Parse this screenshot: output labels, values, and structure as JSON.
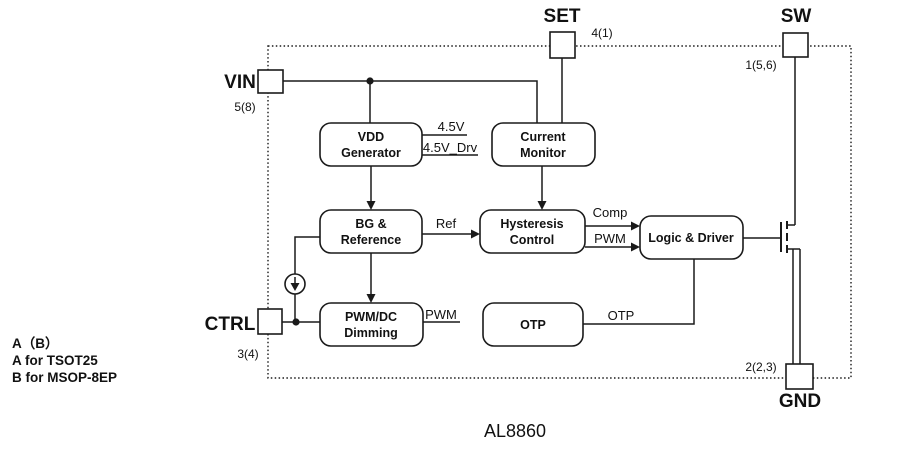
{
  "chip": {
    "name": "AL8860"
  },
  "pins": {
    "vin": {
      "label": "VIN",
      "number": "5(8)"
    },
    "set": {
      "label": "SET",
      "number": "4(1)"
    },
    "sw": {
      "label": "SW",
      "number": "1(5,6)"
    },
    "ctrl": {
      "label": "CTRL",
      "number": "3(4)"
    },
    "gnd": {
      "label": "GND",
      "number": "2(2,3)"
    }
  },
  "blocks": {
    "vdd_generator": {
      "line1": "VDD",
      "line2": "Generator"
    },
    "current_monitor": {
      "line1": "Current",
      "line2": "Monitor"
    },
    "bg_reference": {
      "line1": "BG &",
      "line2": "Reference"
    },
    "hysteresis_control": {
      "line1": "Hysteresis",
      "line2": "Control"
    },
    "logic_driver": {
      "line1": "Logic & Driver"
    },
    "pwm_dc_dimming": {
      "line1": "PWM/DC",
      "line2": "Dimming"
    },
    "otp": {
      "line1": "OTP"
    }
  },
  "signals": {
    "v45": "4.5V",
    "v45_drv": "4.5V_Drv",
    "ref": "Ref",
    "comp": "Comp",
    "pwm_in": "PWM",
    "pwm_out": "PWM",
    "otp_out": "OTP"
  },
  "notes": {
    "line1": "A（B）",
    "line2": "A for TSOT25",
    "line3": "B for MSOP-8EP"
  },
  "colors": {
    "line": "#1a1a1a",
    "background": "#ffffff"
  }
}
